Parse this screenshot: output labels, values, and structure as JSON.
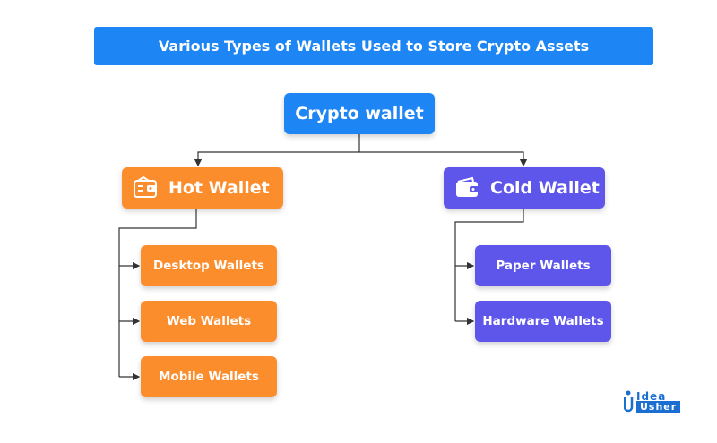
{
  "title": "Various Types of Wallets Used to Store Crypto Assets",
  "root": {
    "label": "Crypto wallet"
  },
  "hot": {
    "label": "Hot Wallet",
    "icon": "hot-wallet-icon",
    "children": [
      "Desktop Wallets",
      "Web Wallets",
      "Mobile Wallets"
    ]
  },
  "cold": {
    "label": "Cold Wallet",
    "icon": "cold-wallet-icon",
    "children": [
      "Paper Wallets",
      "Hardware Wallets"
    ]
  },
  "logo": {
    "top": "Idea",
    "bottom": "Usher"
  },
  "colors": {
    "blue": "#1d86f4",
    "orange": "#fb8d2d",
    "purple": "#5e55ea"
  }
}
